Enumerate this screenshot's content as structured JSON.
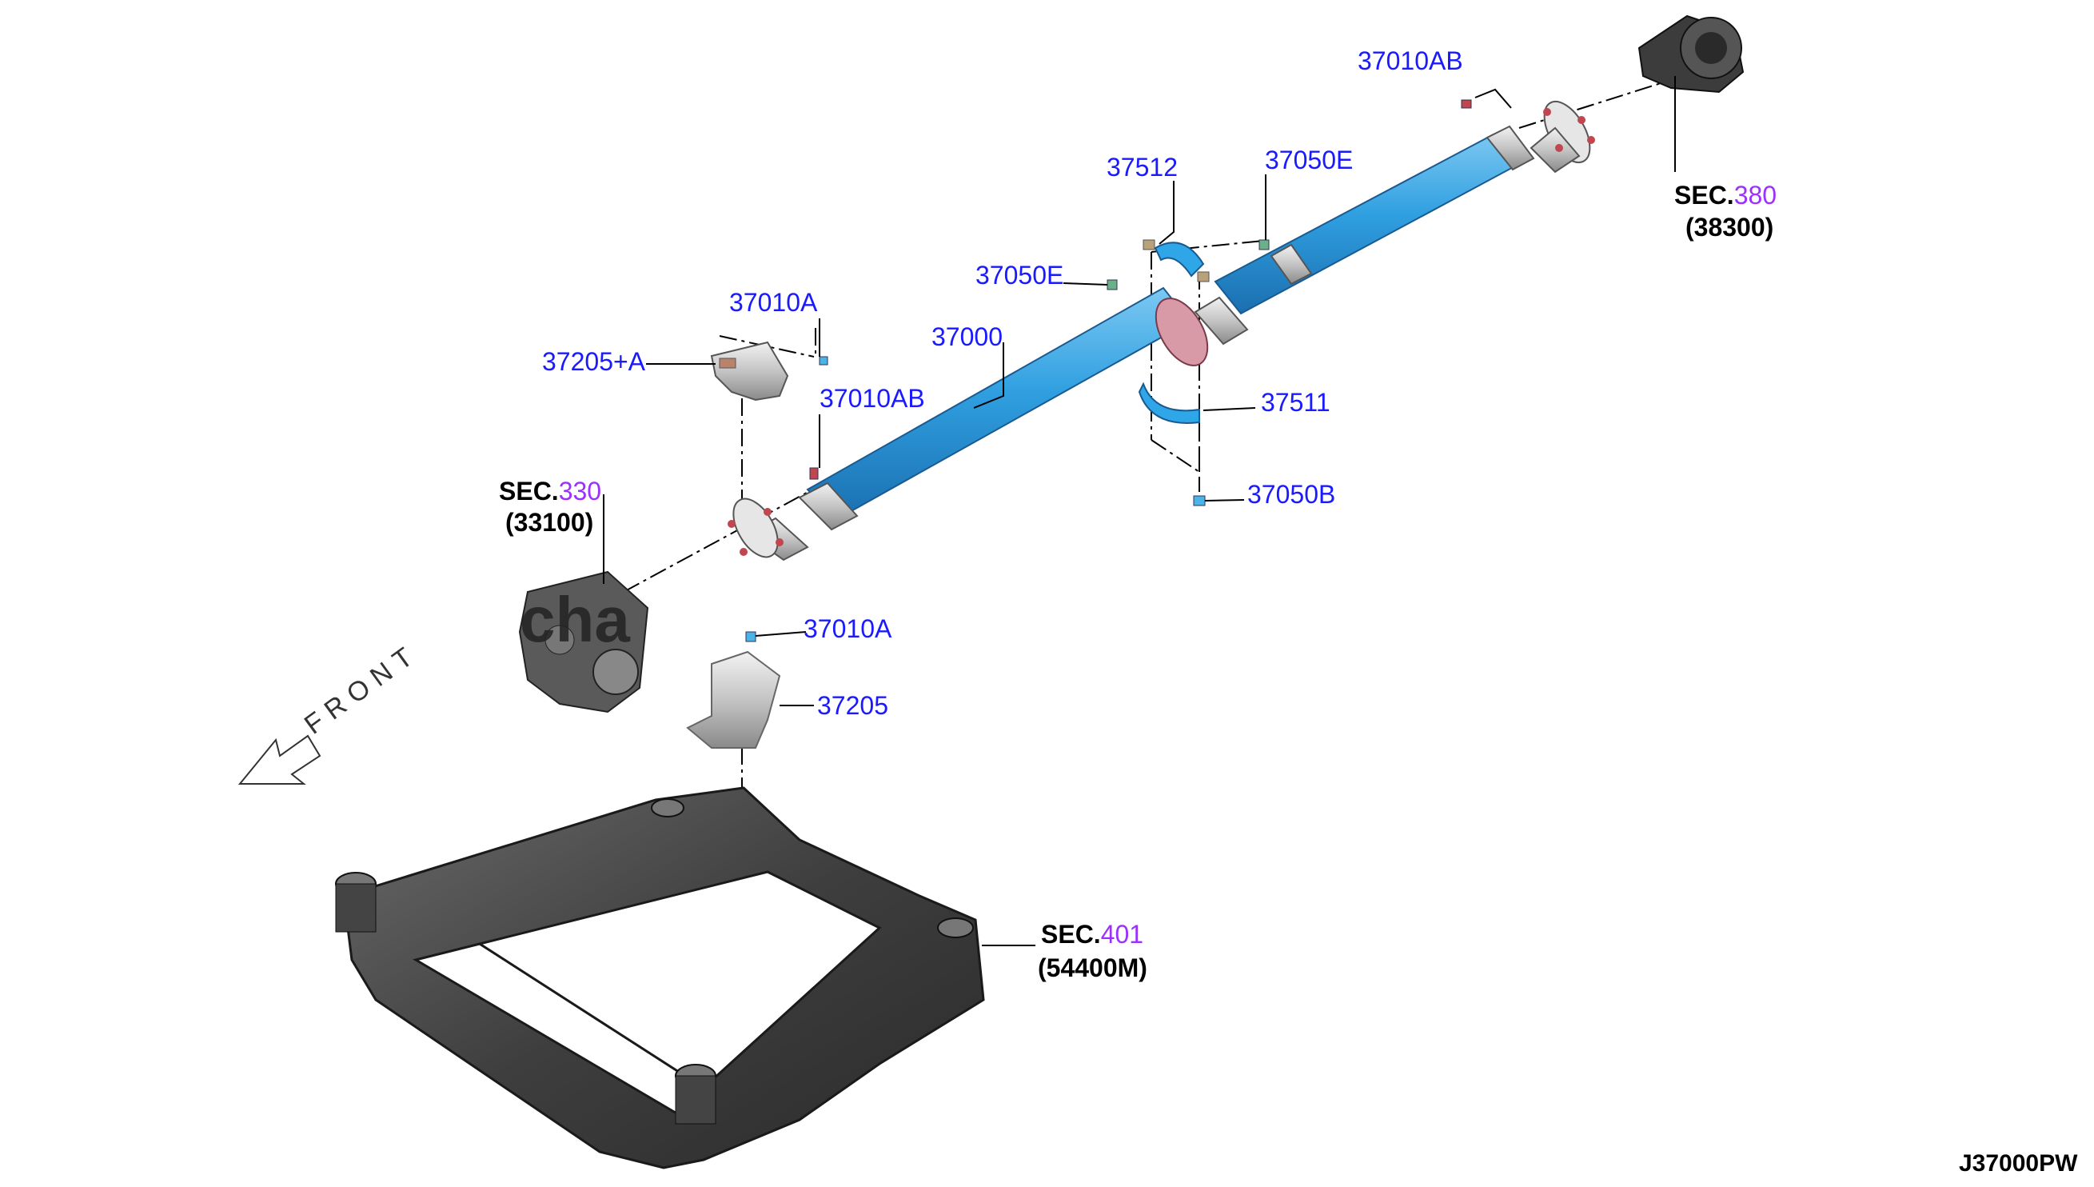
{
  "diagram": {
    "parts": {
      "p37010AB_top": "37010AB",
      "p37512": "37512",
      "p37050E_top": "37050E",
      "p37050E_left": "37050E",
      "p37010A_top": "37010A",
      "p37205A": "37205+A",
      "p37000": "37000",
      "p37010AB_mid": "37010AB",
      "p37511": "37511",
      "p37050B": "37050B",
      "p37010A_bot": "37010A",
      "p37205": "37205"
    },
    "sections": [
      {
        "prefix": "SEC.",
        "num": "380",
        "sub": "(38300)"
      },
      {
        "prefix": "SEC.",
        "num": "330",
        "sub": "(33100)"
      },
      {
        "prefix": "SEC.",
        "num": "401",
        "sub": "(54400M)"
      }
    ],
    "front_label": "FRONT",
    "diagram_code": "J37000PW",
    "watermark": "cha"
  },
  "colors": {
    "part_number": "#1a1aff",
    "section_number": "#9b30ff",
    "shaft": "#2f9fe0",
    "shaft_light": "#7cc8f2",
    "metal": "#c8c8c8",
    "subframe": "#4a4a4a"
  }
}
